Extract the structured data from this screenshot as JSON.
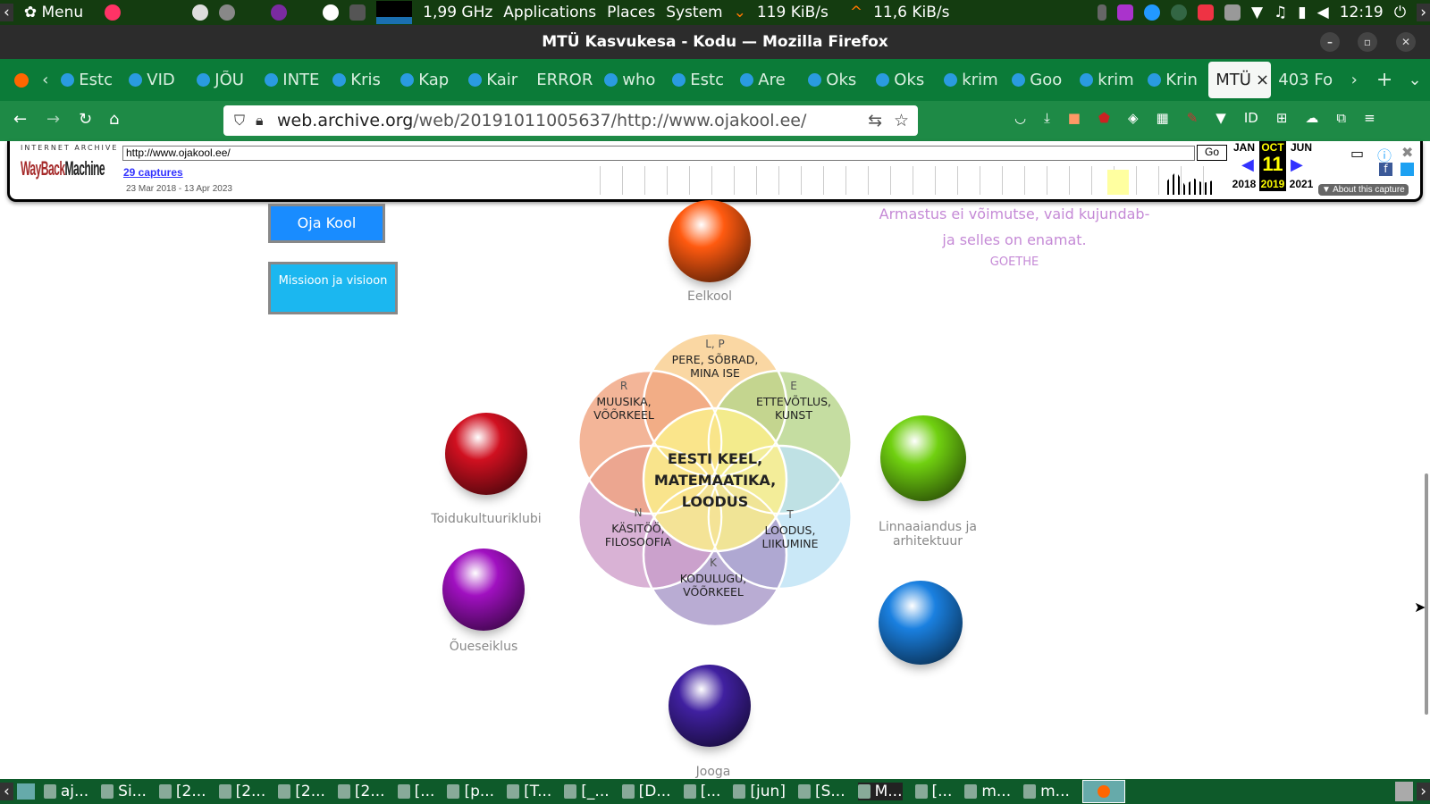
{
  "panel": {
    "menu": "Menu",
    "cpu": "1,99 GHz",
    "applications": "Applications",
    "places": "Places",
    "system": "System",
    "down": "119 KiB/s",
    "up": "11,6 KiB/s",
    "clock": "12:19"
  },
  "window": {
    "title": "MTÜ Kasvukesa - Kodu — Mozilla Firefox"
  },
  "tabs": [
    {
      "label": "Estc"
    },
    {
      "label": "VID"
    },
    {
      "label": "JÕU"
    },
    {
      "label": "INTE"
    },
    {
      "label": "Kris"
    },
    {
      "label": "Kap"
    },
    {
      "label": "Kair"
    },
    {
      "label": "ERROR"
    },
    {
      "label": "who"
    },
    {
      "label": "Estc"
    },
    {
      "label": "Are"
    },
    {
      "label": "Oks"
    },
    {
      "label": "Oks"
    },
    {
      "label": "krim"
    },
    {
      "label": "Goo"
    },
    {
      "label": "krim"
    },
    {
      "label": "Krin"
    },
    {
      "label": "MTÜ",
      "active": true
    },
    {
      "label": "403 Fo"
    }
  ],
  "nav": {
    "url_host": "web.archive.org",
    "url_path": "/web/20191011005637/http://www.ojakool.ee/"
  },
  "wayback": {
    "logo_top": "INTERNET ARCHIVE",
    "logo_a": "WayBack",
    "logo_b": "Machine",
    "url": "http://www.ojakool.ee/",
    "go": "Go",
    "captures": "29 captures",
    "range": "23 Mar 2018 - 13 Apr 2023",
    "prev_month": "JAN",
    "cur_month": "OCT",
    "next_month": "JUN",
    "day": "11",
    "prev_year": "2018",
    "cur_year": "2019",
    "next_year": "2021",
    "about": "About this capture"
  },
  "page": {
    "buttons": {
      "oja": "Oja Kool",
      "mission": "Missioon ja visioon"
    },
    "quote": {
      "line1": "Armastus ei võimutse, vaid kujundab-",
      "line2": "ja selles on enamat.",
      "author": "GOETHE"
    },
    "spheres": [
      {
        "label": "Eelkool",
        "color": "#ff5a10"
      },
      {
        "label": "Toidukultuuriklubi",
        "color": "#d01020"
      },
      {
        "label": "Õueseiklus",
        "color": "#a010c0"
      },
      {
        "label": "Linnaaiandus ja arhitektuur",
        "color": "#70d010"
      },
      {
        "label": "",
        "color": "#1a80e0"
      },
      {
        "label": "Jooga",
        "color": "#4020a0"
      }
    ],
    "venn": {
      "center": [
        "EESTI KEEL,",
        "MATEMAATIKA,",
        "LOODUS"
      ],
      "petals": [
        {
          "letter": "L, P",
          "text": [
            "PERE, SÕBRAD,",
            "MINA ISE"
          ],
          "color": "#f9cd8c"
        },
        {
          "letter": "E",
          "text": [
            "ETTEVÕTLUS,",
            "KUNST"
          ],
          "color": "#b7d58a"
        },
        {
          "letter": "T",
          "text": [
            "LOODUS,",
            "LIIKUMINE"
          ],
          "color": "#bde2f5"
        },
        {
          "letter": "K",
          "text": [
            "KODULUGU,",
            "VÕÕRKEEL"
          ],
          "color": "#a897c8"
        },
        {
          "letter": "N",
          "text": [
            "KÄSITÖÖ,",
            "FILOSOOFIA"
          ],
          "color": "#cf9fca"
        },
        {
          "letter": "R",
          "text": [
            "MUUSIKA,",
            "VÕÕRKEEL"
          ],
          "color": "#f0a27e"
        }
      ]
    }
  },
  "taskbar": [
    {
      "label": "aj..."
    },
    {
      "label": "Si..."
    },
    {
      "label": "[2..."
    },
    {
      "label": "[2..."
    },
    {
      "label": "[2..."
    },
    {
      "label": "[2..."
    },
    {
      "label": "[..."
    },
    {
      "label": "[p..."
    },
    {
      "label": "[T..."
    },
    {
      "label": "[_..."
    },
    {
      "label": "[D..."
    },
    {
      "label": "[..."
    },
    {
      "label": "[jun]"
    },
    {
      "label": "[S..."
    },
    {
      "label": "M..."
    },
    {
      "label": "[..."
    },
    {
      "label": "m..."
    },
    {
      "label": "m..."
    }
  ]
}
